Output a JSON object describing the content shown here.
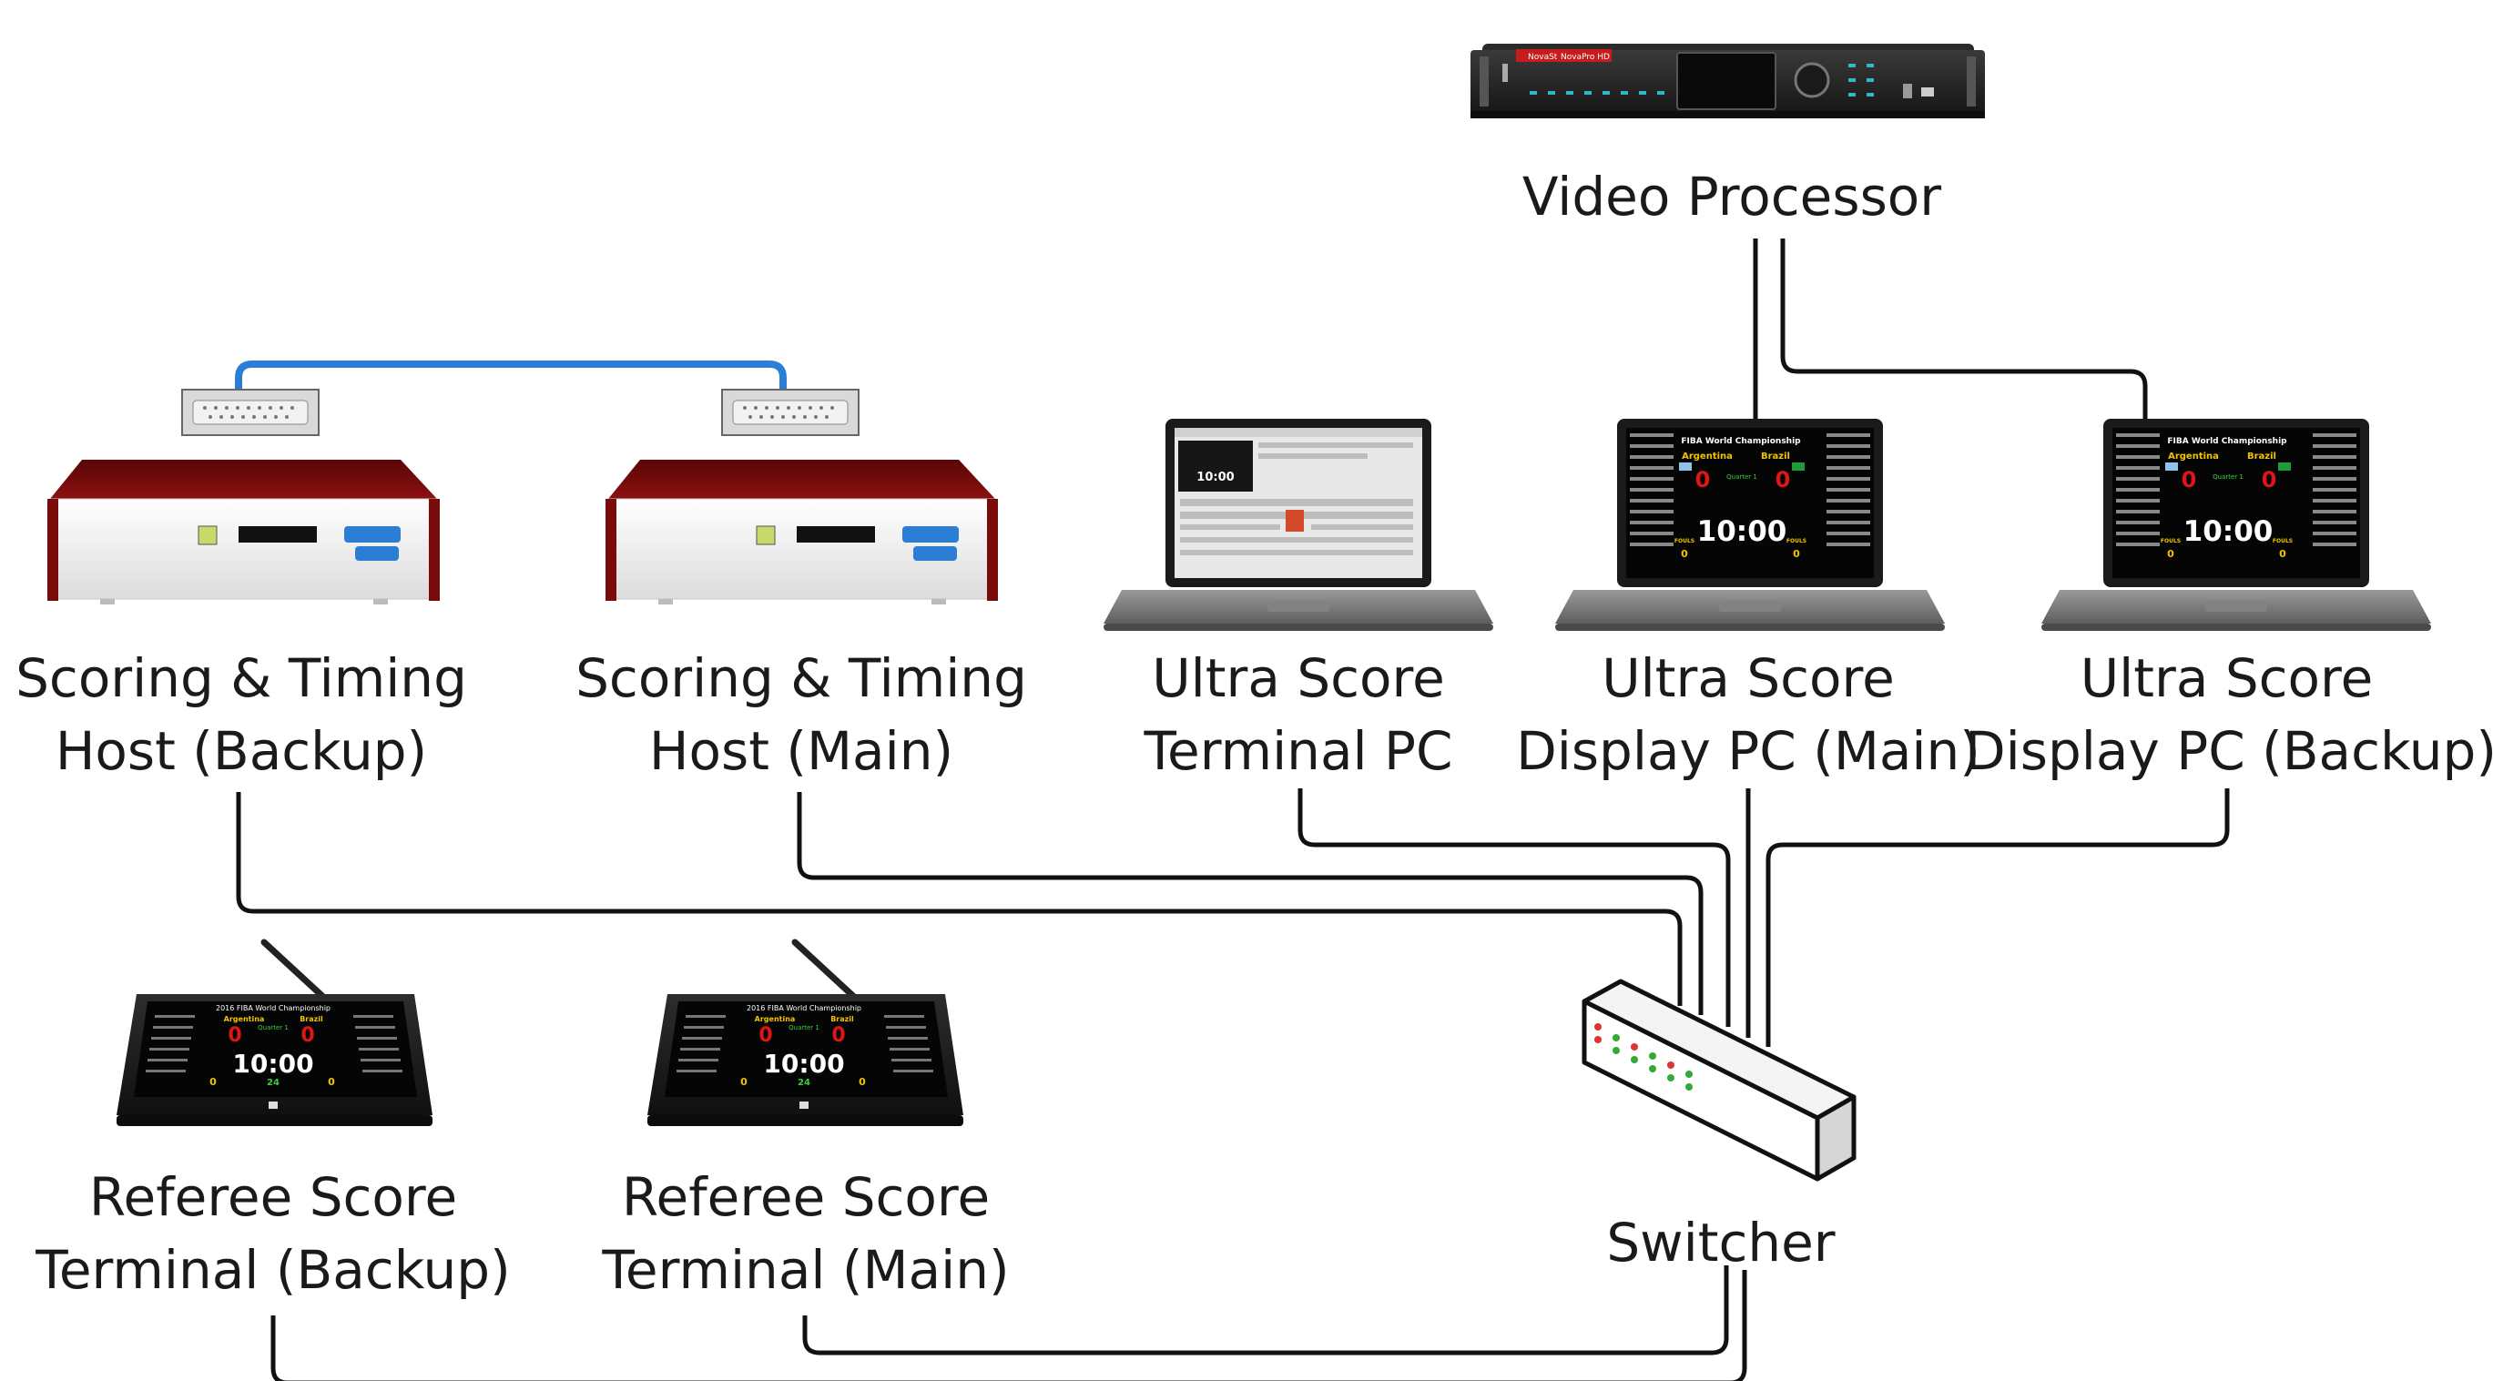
{
  "labels": {
    "video_processor": "Video Processor",
    "host_backup": [
      "Scoring & Timing",
      "Host (Backup)"
    ],
    "host_main": [
      "Scoring & Timing",
      "Host (Main)"
    ],
    "terminal_pc": [
      "Ultra Score",
      "Terminal PC"
    ],
    "display_main": [
      "Ultra Score",
      "Display PC (Main)"
    ],
    "display_backup": [
      "Ultra Score",
      "Display PC (Backup)"
    ],
    "referee_backup": [
      "Referee Score",
      "Terminal (Backup)"
    ],
    "referee_main": [
      "Referee Score",
      "Terminal (Main)"
    ],
    "switcher": "Switcher"
  },
  "device_text": {
    "processor_brand": "NovaStar",
    "processor_model": "NovaPro HD"
  },
  "scoreboard": {
    "title": "FIBA World Championship",
    "home": "Argentina",
    "away": "Brazil",
    "home_score": "0",
    "away_score": "0",
    "quarter": "Quarter 1",
    "clock": "10:00",
    "fouls_label": "FOULS",
    "home_fouls": "0",
    "away_fouls": "0"
  },
  "referee_screen": {
    "title": "2016 FIBA World Championship",
    "home": "Argentina",
    "away": "Brazil",
    "home_score": "0",
    "away_score": "0",
    "quarter": "Quarter 1",
    "clock": "10:00",
    "shot_clock": "24",
    "home_fouls": "0",
    "away_fouls": "0"
  },
  "terminal_ui": {
    "clock": "10:00"
  },
  "colors": {
    "host_red": "#7a0b0b",
    "serial_cable": "#2a7fd4",
    "wire": "#111111",
    "score_red": "#e01515",
    "team_yellow": "#f2c400",
    "quarter_green": "#35d13a"
  }
}
